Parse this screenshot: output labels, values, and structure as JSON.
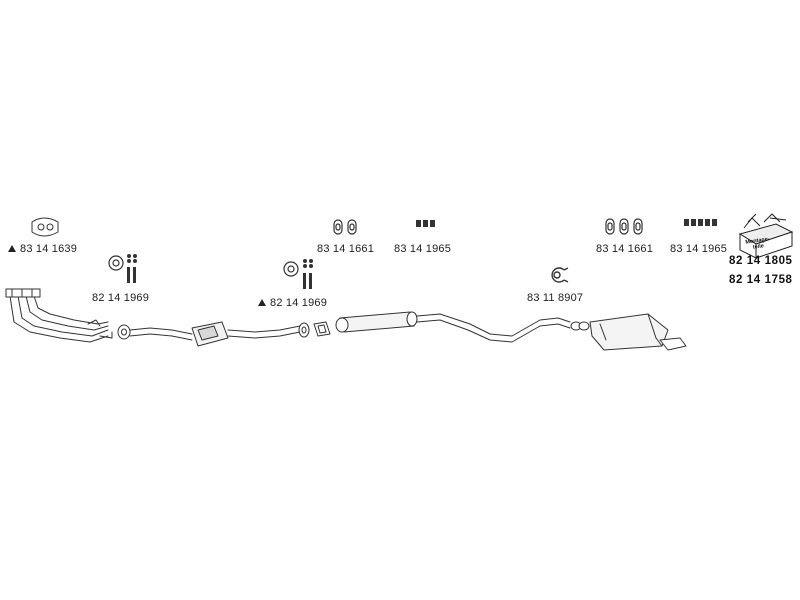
{
  "parts": {
    "p1": {
      "number": "83 14 1639",
      "mark": true
    },
    "p2": {
      "number": "82 14 1969",
      "mark": false
    },
    "p3": {
      "number": "82 14 1969",
      "mark": true
    },
    "p4": {
      "number": "83 14 1661",
      "mark": false
    },
    "p5": {
      "number": "83 14 1965",
      "mark": false
    },
    "p6": {
      "number": "83 11 8907",
      "mark": false
    },
    "p7": {
      "number": "83 14 1661",
      "mark": false
    },
    "p8": {
      "number": "83 14 1965",
      "mark": false
    },
    "p9": {
      "number": "82 14 1805",
      "mark": false
    },
    "p10": {
      "number": "82 14 1758",
      "mark": false
    }
  },
  "kit": {
    "label_line1": "Montage-",
    "label_line2": "teile"
  }
}
